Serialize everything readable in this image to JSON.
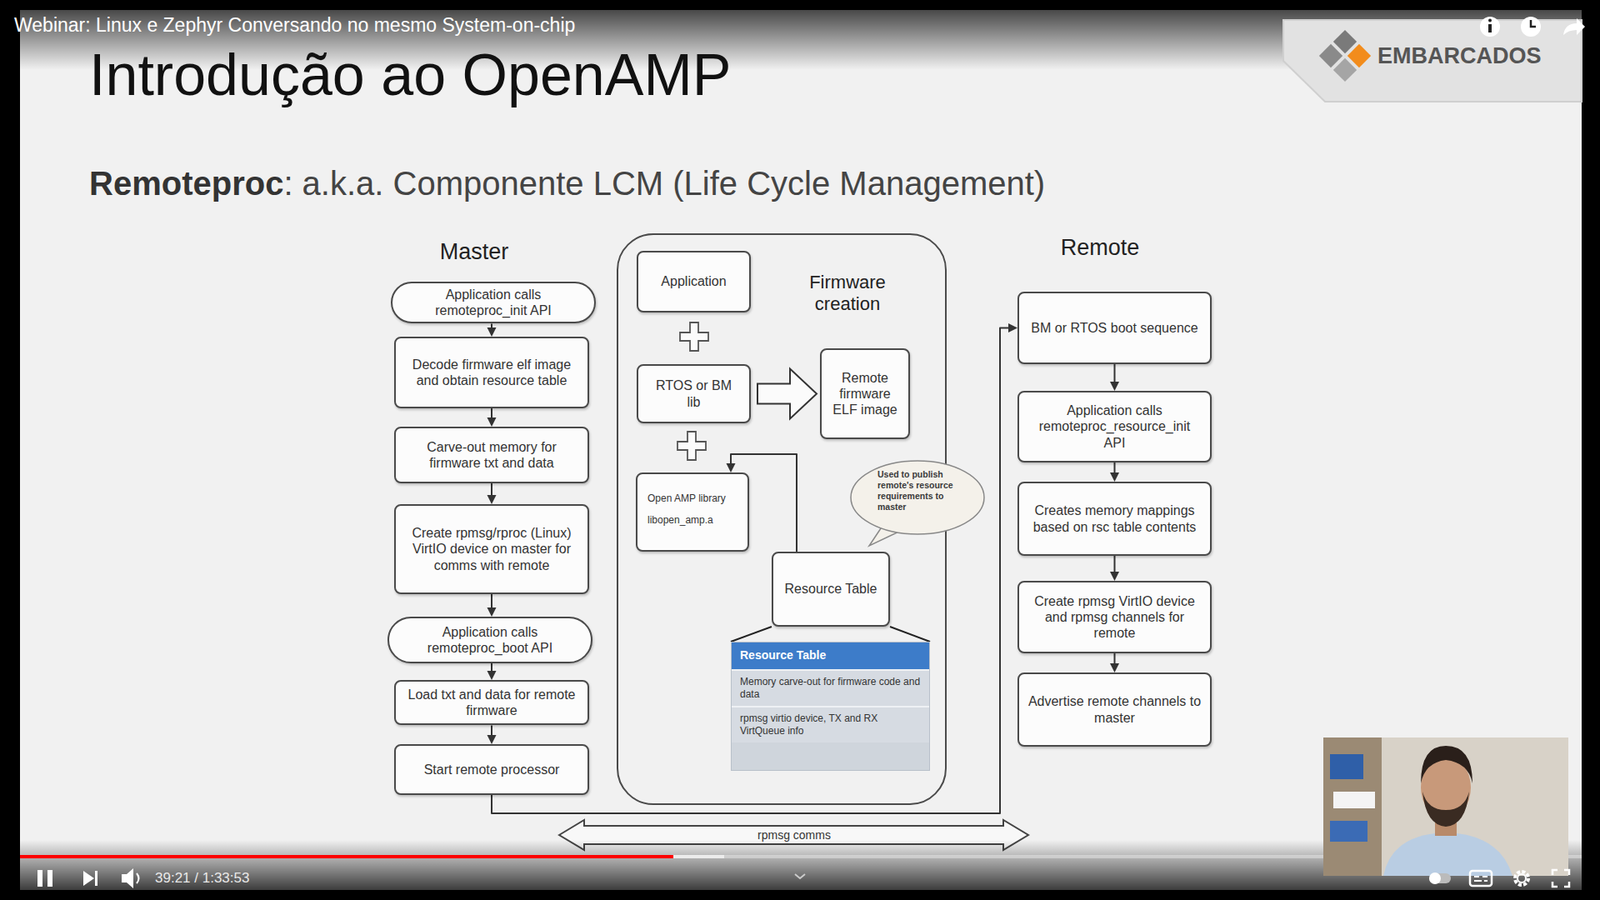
{
  "diagram": {
    "title": "Introdução ao OpenAMP",
    "nodes": [
      {
        "text": [
          "Application calls remoteproc_init API"
        ]
      },
      {
        "text": [
          "Decode firmware elf image and obtain resource table"
        ]
      },
      {
        "text": [
          "Carve-out memory for firmware txt and data"
        ]
      },
      {
        "text": [
          "Create rpmsg/rproc (Linux) VirtIO device on master for comms with remote"
        ]
      },
      {
        "text": [
          "Application calls remoteproc_boot API"
        ]
      },
      {
        "text": [
          "Load txt and data for remote firmware"
        ]
      },
      {
        "text": [
          "Start remote processor"
        ]
      },
      {
        "text": [
          "Firmware creation"
        ]
      },
      {
        "text": [
          "Application"
        ],
        "in": 7
      },
      {
        "text": [
          "RTOS or BM lib"
        ],
        "in": 7
      },
      {
        "text": [
          "Open AMP library",
          "libopen_amp.a"
        ],
        "in": 7
      },
      {
        "text": [
          "Remote firmware ELF image"
        ],
        "in": 7
      },
      {
        "text": [
          "Used to publish remote's resource requirements to master"
        ],
        "in": 7
      },
      {
        "text": [
          "Resource Table"
        ],
        "in": 7
      },
      {
        "text": [
          "Resource Table",
          "Memory carve-out for firmware code and data",
          "rpmsg virtio device, TX and RX VirtQueue info"
        ],
        "in": 7
      },
      {
        "text": [
          "BM or RTOS boot sequence"
        ]
      },
      {
        "text": [
          "Application calls remoteproc_resource_init API"
        ]
      },
      {
        "text": [
          "Creates memory mappings based on rsc table contents"
        ]
      },
      {
        "text": [
          "Create rpmsg VirtIO device and rpmsg channels for remote"
        ]
      },
      {
        "text": [
          "Advertise remote channels to master"
        ]
      }
    ],
    "edges": [
      {
        "from": 0,
        "to": 1,
        "arrow": "to"
      },
      {
        "from": 1,
        "to": 2,
        "arrow": "to"
      },
      {
        "from": 2,
        "to": 3,
        "arrow": "to"
      },
      {
        "from": 3,
        "to": 4,
        "arrow": "to"
      },
      {
        "from": 4,
        "to": 5,
        "arrow": "to"
      },
      {
        "from": 5,
        "to": 6,
        "arrow": "to"
      },
      {
        "from": 9,
        "to": 11,
        "arrow": "to"
      },
      {
        "from": 13,
        "to": 10,
        "arrow": "to"
      },
      {
        "from": 6,
        "to": 15,
        "arrow": "to"
      },
      {
        "from": 15,
        "to": 16,
        "arrow": "to"
      },
      {
        "from": 16,
        "to": 17,
        "arrow": "to"
      },
      {
        "from": 17,
        "to": 18,
        "arrow": "to"
      },
      {
        "from": 18,
        "to": 19,
        "arrow": "to"
      }
    ],
    "labels": [
      "Webinar: Linux e Zephyr Conversando no mesmo System-on-chip",
      "EMBARCADOS",
      "Remoteproc",
      ": a.k.a. Componente LCM (Life Cycle Management)",
      "Master",
      "Remote",
      "rpmsg comms",
      "39:21 / 1:33:53"
    ]
  }
}
